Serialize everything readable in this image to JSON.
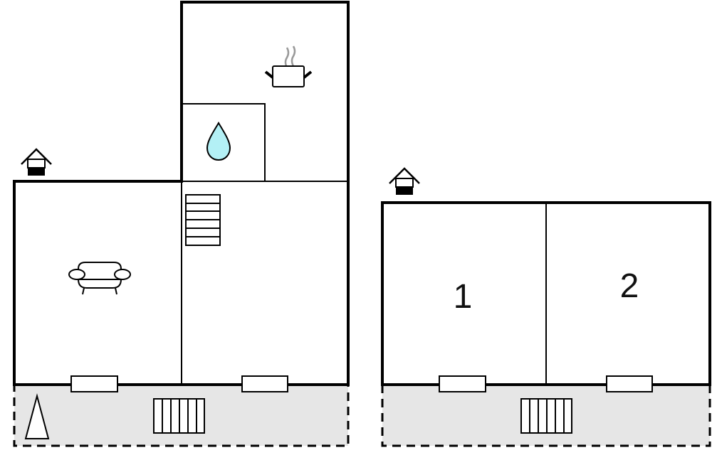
{
  "floorplan": {
    "rooms": [
      {
        "id": "bedroom-1",
        "label": "1"
      },
      {
        "id": "bedroom-2",
        "label": "2"
      }
    ],
    "icons": [
      "house-entrance-icon",
      "cooking-pot-icon",
      "water-drop-icon",
      "stairs-icon",
      "sofa-icon",
      "tree-icon",
      "grill-icon",
      "window-icon"
    ]
  },
  "colors": {
    "wall": "#000000",
    "terrace": "#e6e6e6",
    "water": "#b3f0f5",
    "steam": "#999999"
  }
}
